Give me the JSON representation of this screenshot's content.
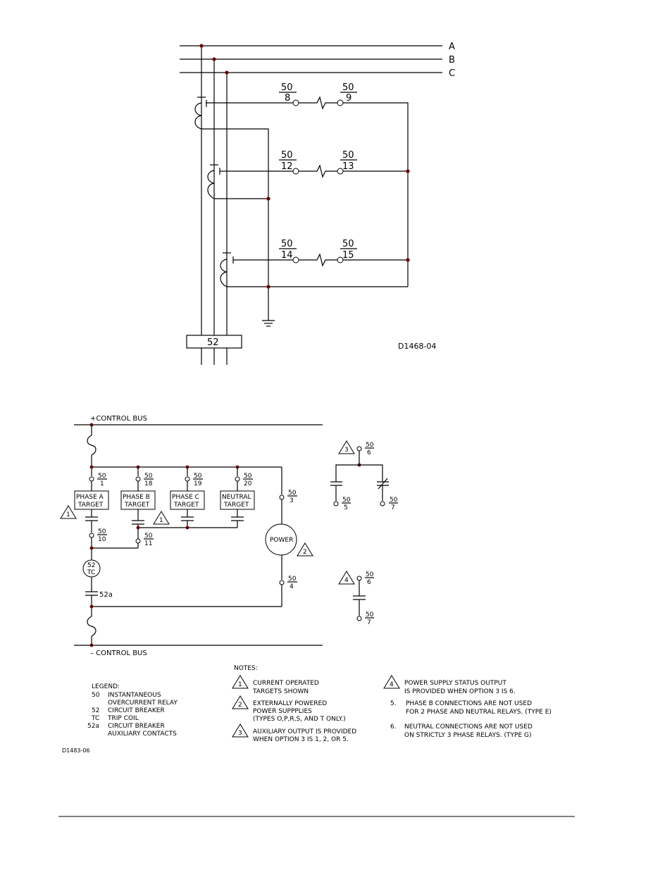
{
  "top_diagram": {
    "phase_labels": [
      "A",
      "B",
      "C"
    ],
    "relays": [
      {
        "top_left": "50",
        "bot_left": "8",
        "top_right": "50",
        "bot_right": "9"
      },
      {
        "top_left": "50",
        "bot_left": "12",
        "top_right": "50",
        "bot_right": "13"
      },
      {
        "top_left": "50",
        "bot_left": "14",
        "top_right": "50",
        "bot_right": "15"
      }
    ],
    "breaker_label": "52",
    "drawing_id": "D1468-04"
  },
  "control": {
    "pos_bus": "+CONTROL BUS",
    "neg_bus": "–  CONTROL BUS",
    "targets": [
      {
        "line1": "PHASE A",
        "line2": "TARGET",
        "t_top": "50",
        "t_bot": "1"
      },
      {
        "line1": "PHASE B",
        "line2": "TARGET",
        "t_top": "50",
        "t_bot": "18"
      },
      {
        "line1": "PHASE C",
        "line2": "TARGET",
        "t_top": "50",
        "t_bot": "19"
      },
      {
        "line1": "NEUTRAL",
        "line2": "TARGET",
        "t_top": "50",
        "t_bot": "20"
      }
    ],
    "t10": {
      "top": "50",
      "bot": "10"
    },
    "t11": {
      "top": "50",
      "bot": "11"
    },
    "t3": {
      "top": "50",
      "bot": "3"
    },
    "t4": {
      "top": "50",
      "bot": "4"
    },
    "power": "POWER",
    "tc_top": "52",
    "tc_bot": "TC",
    "contact_52a": "52a",
    "tri1a": "1",
    "tri1b": "1",
    "tri2": "2",
    "aux3": {
      "tri": "3",
      "common_top": "50",
      "common_bot": "6",
      "left_top": "50",
      "left_bot": "5",
      "right_top": "50",
      "right_bot": "7"
    },
    "aux4": {
      "tri": "4",
      "common_top": "50",
      "common_bot": "6",
      "bot_top": "50",
      "bot_bot": "7"
    }
  },
  "legend": {
    "title": "LEGEND:",
    "rows": [
      {
        "code": "50",
        "line1": "INSTANTANEOUS",
        "line2": "OVERCURRENT RELAY"
      },
      {
        "code": "52",
        "line1": "CIRCUIT BREAKER",
        "line2": ""
      },
      {
        "code": "TC",
        "line1": "TRIP COIL",
        "line2": ""
      },
      {
        "code": "52a",
        "line1": "CIRCUIT BREAKER",
        "line2": "AUXILIARY CONTACTS"
      }
    ]
  },
  "notes": {
    "title": "NOTES:",
    "n1": {
      "num": "1",
      "lines": [
        "CURRENT OPERATED",
        "TARGETS SHOWN"
      ]
    },
    "n2": {
      "num": "2",
      "lines": [
        "EXTERNALLY POWERED",
        "POWER SUPPPLIES",
        "(TYPES O,P,R,S, AND  T ONLY.)"
      ]
    },
    "n3": {
      "num": "3",
      "lines": [
        "AUXILIARY OUTPUT IS PROVIDED",
        "WHEN OPTION  3 IS 1,  2,  OR 5."
      ]
    },
    "n4": {
      "num": "4",
      "lines": [
        "POWER SUPPLY STATUS OUTPUT",
        "IS PROVIDED  WHEN  OPTION  3  IS  6."
      ]
    },
    "n5": {
      "num": "5.",
      "lines": [
        "PHASE B CONNECTIONS ARE NOT USED",
        "FOR 2 PHASE AND NEUTRAL RELAYS. (TYPE E)"
      ]
    },
    "n6": {
      "num": "6.",
      "lines": [
        "NEUTRAL CONNECTIONS ARE NOT USED",
        "ON STRICTLY 3 PHASE RELAYS. (TYPE G)"
      ]
    }
  },
  "bottom_id": "D1483-06"
}
